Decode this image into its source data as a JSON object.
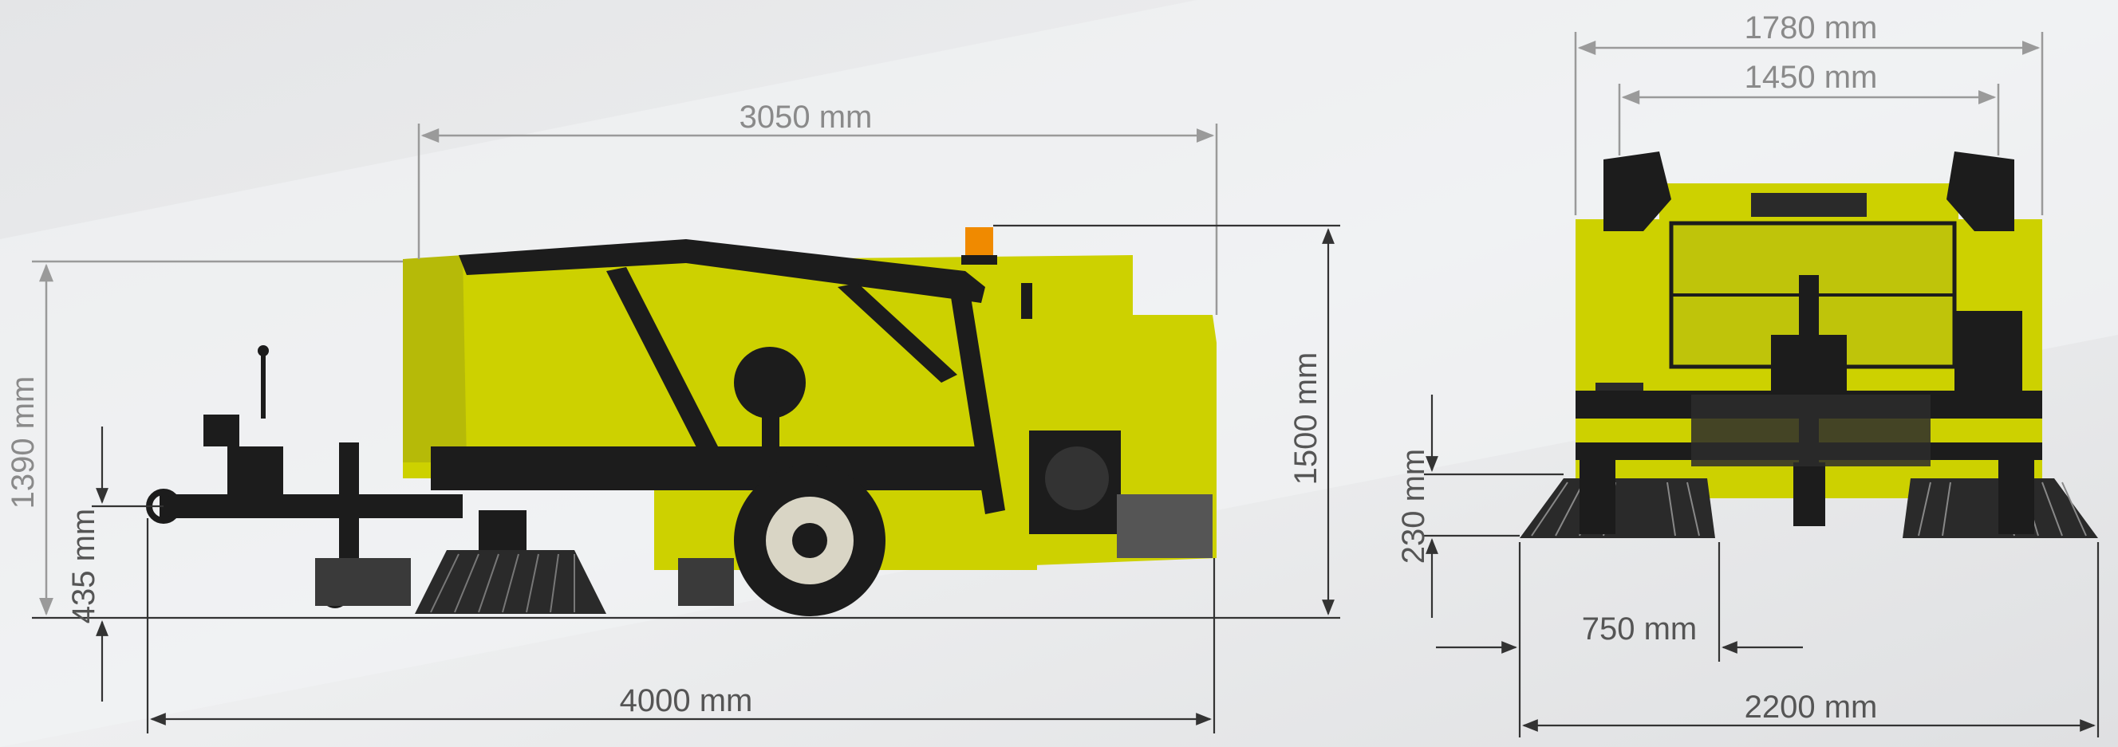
{
  "dimensions": {
    "side_top_length": "3050 mm",
    "side_bottom_length": "4000 mm",
    "side_rear_height": "1390 mm",
    "side_drawbar_height": "435 mm",
    "side_total_height": "1500 mm",
    "rear_outer_width": "1780 mm",
    "rear_inner_width": "1450 mm",
    "rear_brush_height": "230 mm",
    "rear_brush_offset": "750 mm",
    "rear_brush_width": "2200 mm"
  },
  "colors": {
    "body_yellow": "#cdd100",
    "frame_black": "#1c1c1c",
    "background": "#e9eaec"
  }
}
